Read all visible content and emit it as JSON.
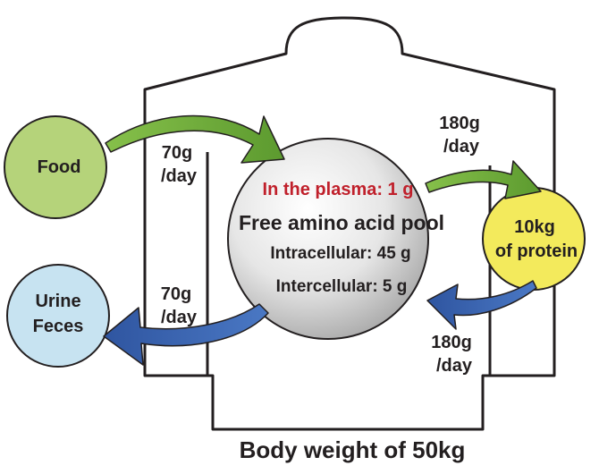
{
  "nodes": {
    "food": {
      "label": "Food"
    },
    "excretion": {
      "line1": "Urine",
      "line2": "Feces"
    },
    "protein": {
      "line1": "10kg",
      "line2": "of protein"
    }
  },
  "pool": {
    "plasma": "In the plasma: 1 g",
    "title": "Free amino acid pool",
    "intracellular": "Intracellular: 45 g",
    "intercellular": "Intercellular: 5 g"
  },
  "flows": {
    "intake": {
      "amount": "70g",
      "unit": "/day"
    },
    "excretion": {
      "amount": "70g",
      "unit": "/day"
    },
    "synthesis": {
      "amount": "180g",
      "unit": "/day"
    },
    "breakdown": {
      "amount": "180g",
      "unit": "/day"
    }
  },
  "caption": "Body weight of 50kg",
  "colors": {
    "food_fill": "#b5d37a",
    "excretion_fill": "#c7e3f1",
    "protein_fill": "#f3ea5c",
    "green_arrow": "#6aaa37",
    "blue_arrow": "#3a63b0",
    "plasma_text": "#c0202b",
    "outline": "#231f20"
  }
}
